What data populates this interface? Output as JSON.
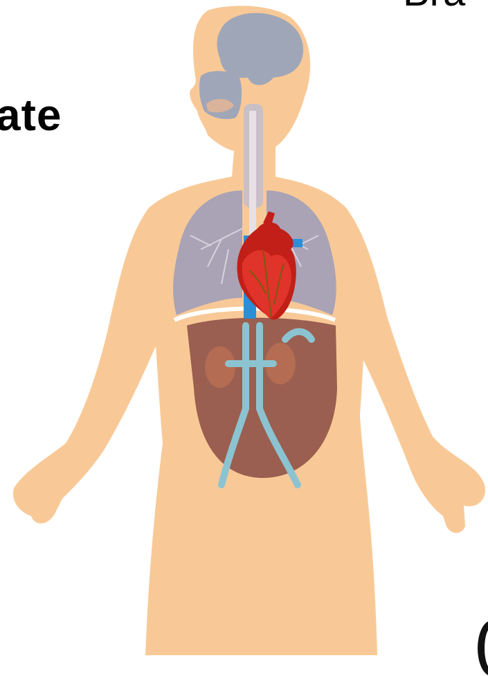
{
  "labels": {
    "left_fragment": "ate",
    "top_right_fragment": "Bra"
  },
  "colors": {
    "skin": "#f8c997",
    "brain": "#9fa6b8",
    "lungs": "#a9a3b5",
    "abdomen": "#9a5f50",
    "vessels": "#8cc3d1",
    "heart": "#d9261c",
    "heart_vessel": "#2a8fd6"
  },
  "icons": {
    "body": "human-body-silhouette",
    "brain": "brain-icon",
    "lungs": "lungs-icon",
    "heart": "heart-icon",
    "kidneys": "kidneys-icon"
  }
}
